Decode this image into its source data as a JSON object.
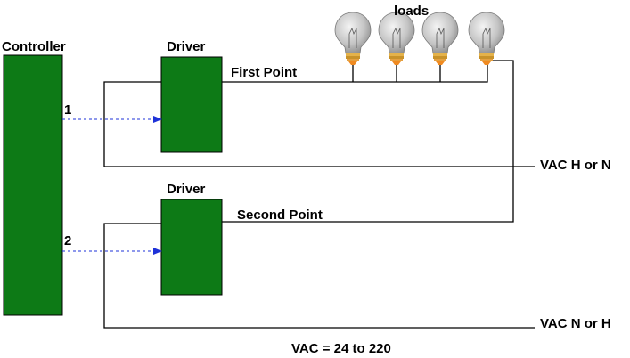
{
  "labels": {
    "controller": "Controller",
    "driver_top": "Driver",
    "driver_bottom": "Driver",
    "loads": "loads",
    "first_point": "First Point",
    "second_point": "Second Point",
    "channel_1": "1",
    "channel_2": "2",
    "vac_h_or_n": "VAC H or N",
    "vac_n_or_h": "VAC N or H",
    "vac_range": "VAC = 24 to 220"
  },
  "colors": {
    "block_fill": "#0d7a16",
    "signal_arrow": "#1e32d8",
    "bulb_glass": "#b8b8b8",
    "bulb_base": "#f0a030"
  },
  "icons": {
    "load": "light-bulb-icon"
  }
}
